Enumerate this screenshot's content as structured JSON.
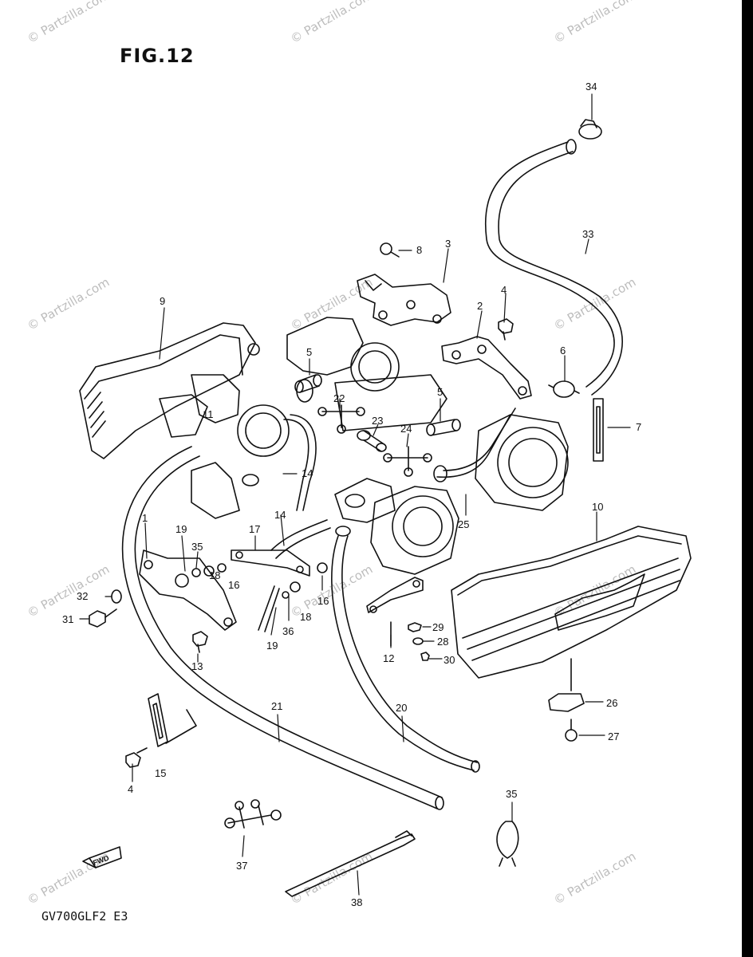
{
  "figure": {
    "title": "FIG.12",
    "model_code": "GV700GLF2  E3"
  },
  "watermark": {
    "text": "© Partzilla.com"
  },
  "arrow_label": "FWD",
  "callouts": [
    {
      "id": "1",
      "text": "1"
    },
    {
      "id": "2",
      "text": "2"
    },
    {
      "id": "3",
      "text": "3"
    },
    {
      "id": "4a",
      "text": "4"
    },
    {
      "id": "4b",
      "text": "4"
    },
    {
      "id": "5a",
      "text": "5"
    },
    {
      "id": "5b",
      "text": "5"
    },
    {
      "id": "6",
      "text": "6"
    },
    {
      "id": "7",
      "text": "7"
    },
    {
      "id": "8",
      "text": "8"
    },
    {
      "id": "9",
      "text": "9"
    },
    {
      "id": "10",
      "text": "10"
    },
    {
      "id": "11",
      "text": "11"
    },
    {
      "id": "12",
      "text": "12"
    },
    {
      "id": "13",
      "text": "13"
    },
    {
      "id": "14a",
      "text": "14"
    },
    {
      "id": "14b",
      "text": "14"
    },
    {
      "id": "15",
      "text": "15"
    },
    {
      "id": "16a",
      "text": "16"
    },
    {
      "id": "16b",
      "text": "16"
    },
    {
      "id": "17",
      "text": "17"
    },
    {
      "id": "18a",
      "text": "18"
    },
    {
      "id": "18b",
      "text": "18"
    },
    {
      "id": "19a",
      "text": "19"
    },
    {
      "id": "19b",
      "text": "19"
    },
    {
      "id": "20",
      "text": "20"
    },
    {
      "id": "21",
      "text": "21"
    },
    {
      "id": "22",
      "text": "22"
    },
    {
      "id": "23",
      "text": "23"
    },
    {
      "id": "24",
      "text": "24"
    },
    {
      "id": "25",
      "text": "25"
    },
    {
      "id": "26",
      "text": "26"
    },
    {
      "id": "27",
      "text": "27"
    },
    {
      "id": "28",
      "text": "28"
    },
    {
      "id": "29",
      "text": "29"
    },
    {
      "id": "30",
      "text": "30"
    },
    {
      "id": "31",
      "text": "31"
    },
    {
      "id": "32",
      "text": "32"
    },
    {
      "id": "33",
      "text": "33"
    },
    {
      "id": "34",
      "text": "34"
    },
    {
      "id": "35a",
      "text": "35"
    },
    {
      "id": "35b",
      "text": "35"
    },
    {
      "id": "36",
      "text": "36"
    },
    {
      "id": "37",
      "text": "37"
    },
    {
      "id": "38",
      "text": "38"
    }
  ]
}
